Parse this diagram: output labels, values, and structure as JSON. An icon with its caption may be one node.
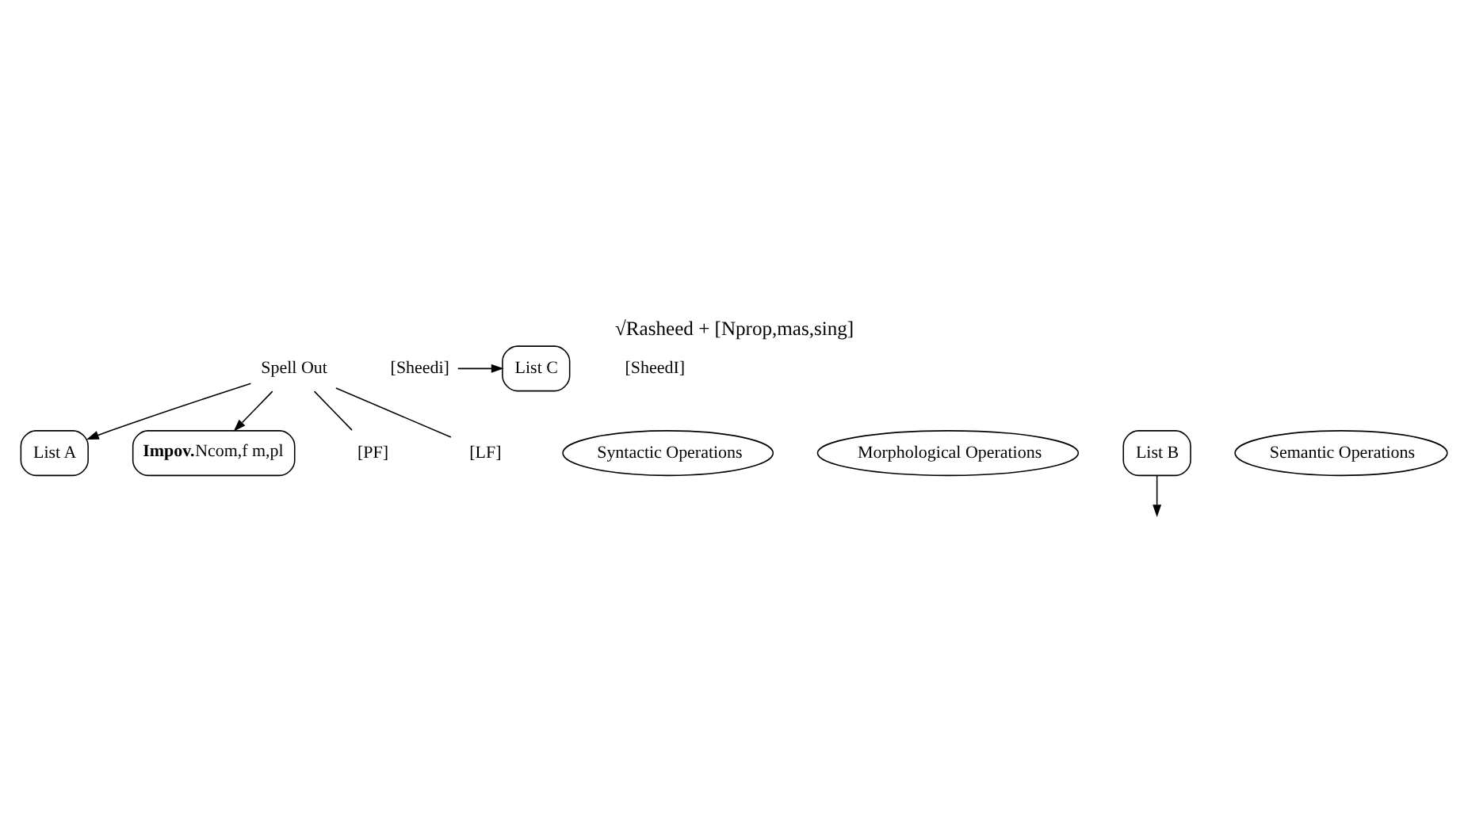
{
  "diagram": {
    "title": "√Rasheed + [Nprop,mas,sing]",
    "nodes": [
      {
        "text": [
          "List A"
        ]
      },
      {
        "text": [
          "Syntactic Operations"
        ]
      },
      {
        "text": [
          "Spell Out"
        ]
      },
      {
        "text": [
          "**Impov.**Ncom,f m,pl"
        ]
      },
      {
        "text": [
          "Morphological Operations"
        ]
      },
      {
        "text": [
          "List B"
        ]
      },
      {
        "text": [
          "Semantic Operations"
        ]
      },
      {
        "text": [
          "[PF]"
        ]
      },
      {
        "text": [
          "[LF]"
        ]
      },
      {
        "text": [
          "List C"
        ]
      },
      {
        "text": [
          "[SheedI]"
        ]
      },
      {
        "text": [
          "[Sheedi]"
        ]
      }
    ],
    "edges": [
      {
        "from": 2,
        "to": 0,
        "arrow": "to"
      },
      {
        "from": 2,
        "to": 3,
        "arrow": "to"
      },
      {
        "from": 5,
        "to": null,
        "arrow": "to"
      },
      {
        "from": 2,
        "to": 7,
        "arrow": "none"
      },
      {
        "from": 2,
        "to": 8,
        "arrow": "none"
      },
      {
        "from": 11,
        "to": 9,
        "arrow": "to"
      }
    ]
  }
}
